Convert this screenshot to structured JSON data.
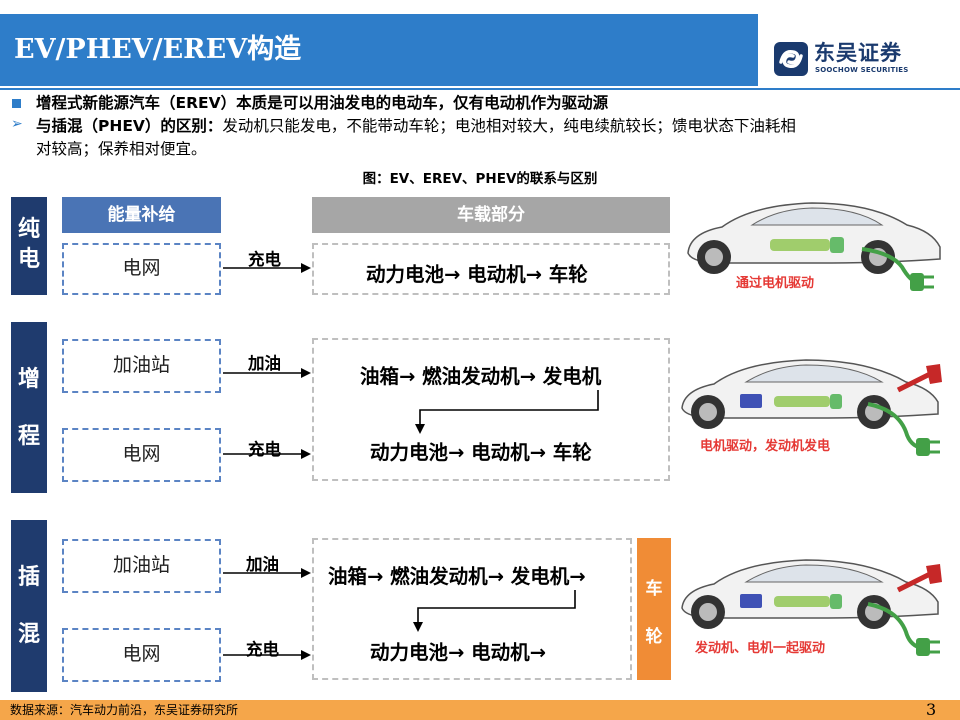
{
  "header": {
    "title": "EV/PHEV/EREV构造",
    "logo_cn": "东吴证券",
    "logo_en": "SOOCHOW SECURITIES"
  },
  "bullets": {
    "b1": "增程式新能源汽车（EREV）本质是可以用油发电的电动车，仅有电动机作为驱动源",
    "b2_lead": "与插混（PHEV）的区别：",
    "b2_rest": "发动机只能发电，不能带动车轮；电池相对较大，纯电续航较长；馈电状态下油耗相",
    "b2_line2": "对较高；保养相对便宜。"
  },
  "figure": {
    "caption": "图：EV、EREV、PHEV的联系与区别",
    "col_energy": "能量补给",
    "col_onboard": "车载部分",
    "ev": {
      "label1": "纯",
      "label2": "电",
      "source": "电网",
      "arrow": "充电",
      "flow": "动力电池→ 电动机→ 车轮",
      "car_caption": "通过电机驱动"
    },
    "erev": {
      "label1": "增",
      "label2": "程",
      "source1": "加油站",
      "arrow1": "加油",
      "flow1": "油箱→ 燃油发动机→ 发电机",
      "source2": "电网",
      "arrow2": "充电",
      "flow2": "动力电池→ 电动机→ 车轮",
      "car_caption": "电机驱动，发动机发电"
    },
    "phev": {
      "label1": "插",
      "label2": "混",
      "source1": "加油站",
      "arrow1": "加油",
      "flow1": "油箱→ 燃油发动机→ 发电机→",
      "source2": "电网",
      "arrow2": "充电",
      "flow2": "动力电池→ 电动机→",
      "wheel1": "车",
      "wheel2": "轮",
      "car_caption": "发动机、电机一起驱动"
    }
  },
  "footer": {
    "source": "数据来源：汽车动力前沿，东吴证券研究所",
    "page": "3"
  },
  "colors": {
    "brand_blue": "#2E7DC9",
    "navy": "#1F3B6E",
    "orange": "#F08C36",
    "footer_orange": "#F5A64A",
    "caption_red": "#E53935"
  }
}
